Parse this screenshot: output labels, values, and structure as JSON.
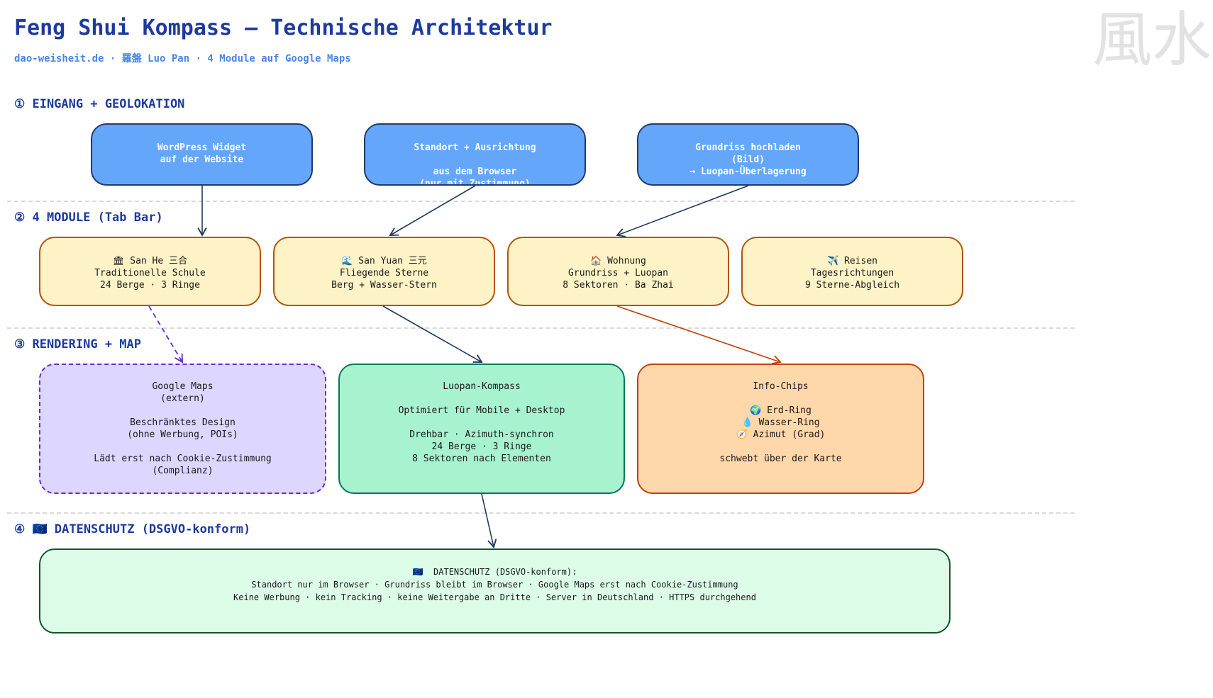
{
  "header": {
    "title": "Feng Shui Kompass — Technische Architektur",
    "subtitle": "dao-weisheit.de · 羅盤 Luo Pan · 4 Module auf Google Maps",
    "watermark": "風水"
  },
  "sections": [
    {
      "label": "① EINGANG + GEOLOKATION"
    },
    {
      "label": "② 4 MODULE (Tab Bar)"
    },
    {
      "label": "③ RENDERING + MAP"
    },
    {
      "label": "④  🇪🇺  DATENSCHUTZ (DSGVO-konform)"
    }
  ],
  "nodes": {
    "widget": "WordPress Widget\nauf der Website",
    "standort": "Standort + Ausrichtung\n\naus dem Browser\n(nur mit Zustimmung)",
    "grundriss": "Grundriss hochladen\n(Bild)\n→ Luopan-Überlagerung",
    "sanhe": "🏛 San He 三合\nTraditionelle Schule\n24 Berge · 3 Ringe",
    "sanyuan": "🌊 San Yuan 三元\nFliegende Sterne\nBerg + Wasser-Stern",
    "wohnung": "🏠 Wohnung\nGrundriss + Luopan\n8 Sektoren · Ba Zhai",
    "reisen": "✈️ Reisen\nTagesrichtungen\n9 Sterne-Abgleich",
    "maps": "Google Maps\n(extern)\n\nBeschränktes Design\n(ohne Werbung, POIs)\n\nLädt erst nach Cookie-Zustimmung\n(Complianz)",
    "luopan": "Luopan-Kompass\n\nOptimiert für Mobile + Desktop\n\nDrehbar · Azimuth-synchron\n24 Berge · 3 Ringe\n8 Sektoren nach Elementen",
    "chips": "Info-Chips\n\n🌍 Erd-Ring\n💧 Wasser-Ring\n🧭 Azimut (Grad)\n\nschwebt über der Karte",
    "datenschutz": "🇪🇺  DATENSCHUTZ (DSGVO-konform):\nStandort nur im Browser · Grundriss bleibt im Browser · Google Maps erst nach Cookie-Zustimmung\nKeine Werbung · kein Tracking · keine Weitergabe an Dritte · Server in Deutschland · HTTPS durchgehend"
  },
  "colors": {
    "title": "#1e3a9e",
    "subtitle": "#4a86e8",
    "arrow_default": "#1f3a5f",
    "arrow_dashed": "#6d28d9",
    "arrow_orange": "#c2410c"
  }
}
